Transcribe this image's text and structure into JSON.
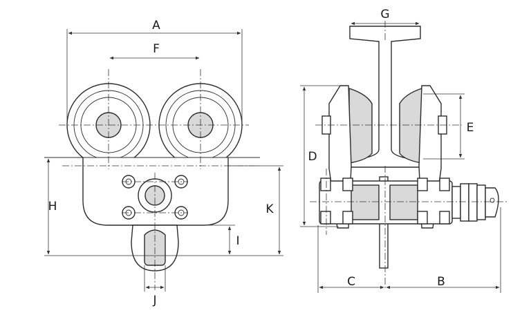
{
  "labels": {
    "A": "A",
    "B": "B",
    "C": "C",
    "D": "D",
    "E": "E",
    "F": "F",
    "G": "G",
    "H": "H",
    "I": "I",
    "J": "J",
    "K": "K"
  },
  "colors": {
    "line": "#2b2b2b",
    "shade": "#d9d9d9",
    "background": "#ffffff"
  }
}
